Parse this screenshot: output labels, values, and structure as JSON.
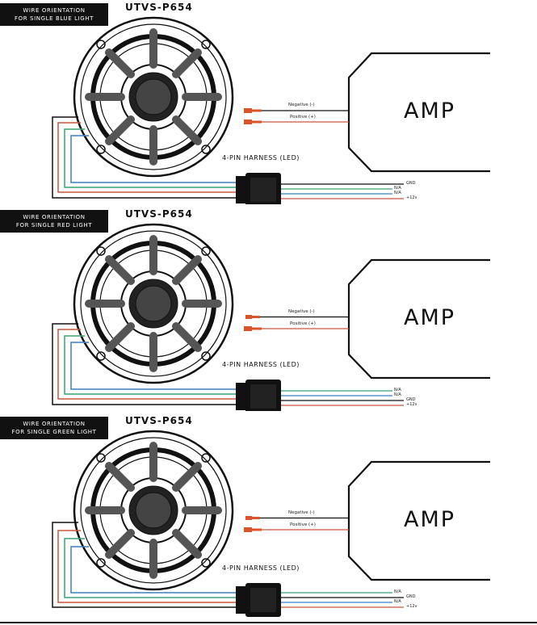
{
  "sections": [
    {
      "badge_line1": "WIRE ORIENTATION",
      "badge_line2": "FOR SINGLE BLUE LIGHT",
      "model": "UTVS-P654",
      "harness_label": "4-PIN HARNESS (LED)",
      "amp_label": "AMP",
      "negative_label": "Negative (-)",
      "positive_label": "Positive (+)",
      "pins": [
        "GND",
        "N/A",
        "N/A",
        "+12v"
      ]
    },
    {
      "badge_line1": "WIRE ORIENTATION",
      "badge_line2": "FOR SINGLE RED LIGHT",
      "model": "UTVS-P654",
      "harness_label": "4-PIN HARNESS (LED)",
      "amp_label": "AMP",
      "negative_label": "Negative (-)",
      "positive_label": "Positive (+)",
      "pins": [
        "N/A",
        "N/A",
        "GND",
        "+12v"
      ]
    },
    {
      "badge_line1": "WIRE ORIENTATION",
      "badge_line2": "FOR SINGLE GREEN LIGHT",
      "model": "UTVS-P654",
      "harness_label": "4-PIN HARNESS (LED)",
      "amp_label": "AMP",
      "negative_label": "Negative (-)",
      "positive_label": "Positive (+)",
      "pins": [
        "N/A",
        "GND",
        "N/A",
        "+12v"
      ]
    }
  ],
  "colors": {
    "ink": "#111111",
    "wire_blue": "#3b7fc4",
    "wire_green": "#3aa17a",
    "wire_red": "#c8563e",
    "connector": "#d9542b"
  }
}
